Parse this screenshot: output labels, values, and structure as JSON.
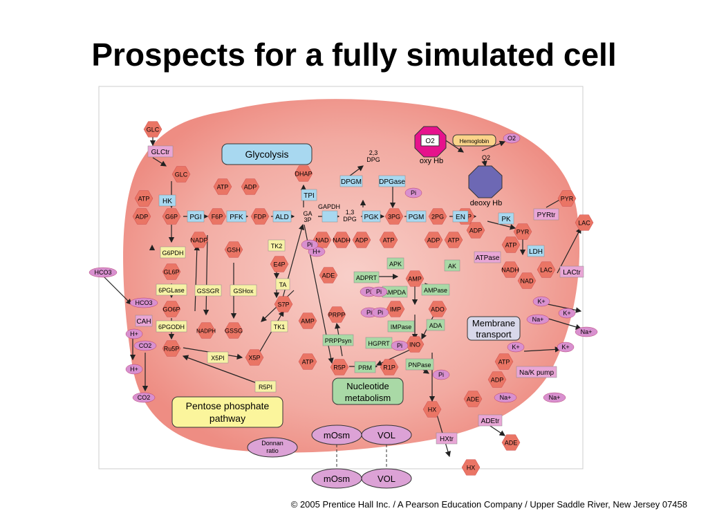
{
  "title": "Prospects for a fully simulated cell",
  "copyright": "© 2005 Prentice Hall Inc. / A Pearson Education Company / Upper Saddle River, New Jersey 07458",
  "colors": {
    "cell": "#f3b5ad",
    "cell_edge": "#f08f84",
    "metabolite": "#ea7565",
    "enzyme_blue": "#a8d8f0",
    "enzyme_yellow": "#f7f2a6",
    "enzyme_green": "#a9d9a6",
    "transporter": "#e8a6d6",
    "ion_purple": "#d890cf",
    "oxy_hb": "#e6128c",
    "deoxy_hb": "#6d68b4",
    "panel_blue": "#a8d8f0",
    "panel_yellow": "#fbf59c",
    "panel_green": "#a9d9a6",
    "osm": "#dca2d6"
  },
  "panels": {
    "glycolysis": "Glycolysis",
    "pentose1": "Pentose phosphate",
    "pentose2": "pathway",
    "nucleo1": "Nucleotide",
    "nucleo2": "metabolism",
    "membrane1": "Membrane",
    "membrane2": "transport",
    "donnan1": "Donnan",
    "donnan2": "ratio"
  },
  "hemoglobin": {
    "o2": "O2",
    "oxy": "oxy Hb",
    "deoxy": "deoxy Hb",
    "label": "Hemoglobin",
    "o2_right": "O2",
    "o2_mid": "O2"
  },
  "labels": {
    "dpg23": "2,3",
    "dpg": "DPG",
    "gapdh": "GAPDH",
    "dpg13": "1,3",
    "dpg13b": "DPG",
    "ga": "GA",
    "p3": "3P"
  },
  "osm": {
    "mosm_in": "mOsm",
    "vol_in": "VOL",
    "mosm_out": "mOsm",
    "vol_out": "VOL"
  },
  "metabolites": [
    {
      "t": "GLC"
    },
    {
      "t": "GLC"
    },
    {
      "t": "ATP"
    },
    {
      "t": "ADP"
    },
    {
      "t": "G6P"
    },
    {
      "t": "F6P"
    },
    {
      "t": "FDP"
    },
    {
      "t": "DHAP"
    },
    {
      "t": "ATP"
    },
    {
      "t": "ADP"
    },
    {
      "t": "NADP"
    },
    {
      "t": "GSH"
    },
    {
      "t": "GSSG"
    },
    {
      "t": "NADPH"
    },
    {
      "t": "GL6P"
    },
    {
      "t": "GO6P"
    },
    {
      "t": "Ru5P"
    },
    {
      "t": "X5P"
    },
    {
      "t": "E4P"
    },
    {
      "t": "S7P"
    },
    {
      "t": "NAD"
    },
    {
      "t": "NADH"
    },
    {
      "t": "ADP"
    },
    {
      "t": "ATP"
    },
    {
      "t": "3PG"
    },
    {
      "t": "2PG"
    },
    {
      "t": "PEP"
    },
    {
      "t": "ADP"
    },
    {
      "t": "ATP"
    },
    {
      "t": "ADP"
    },
    {
      "t": "ATP"
    },
    {
      "t": "PYR"
    },
    {
      "t": "PYR"
    },
    {
      "t": "LAC"
    },
    {
      "t": "LAC"
    },
    {
      "t": "NAD"
    },
    {
      "t": "NADH"
    },
    {
      "t": "ADE"
    },
    {
      "t": "AMP"
    },
    {
      "t": "IMP"
    },
    {
      "t": "ADO"
    },
    {
      "t": "INO"
    },
    {
      "t": "PRPP"
    },
    {
      "t": "AMP"
    },
    {
      "t": "ATP"
    },
    {
      "t": "R5P"
    },
    {
      "t": "R1P"
    },
    {
      "t": "HX"
    },
    {
      "t": "HX"
    },
    {
      "t": "ATP"
    },
    {
      "t": "ADP"
    },
    {
      "t": "ADE"
    },
    {
      "t": "ADE"
    }
  ],
  "enzymes_blue": [
    {
      "t": "HK"
    },
    {
      "t": "PGI"
    },
    {
      "t": "PFK"
    },
    {
      "t": "ALD"
    },
    {
      "t": "TPI"
    },
    {
      "t": ""
    },
    {
      "t": "PGK"
    },
    {
      "t": "PGM"
    },
    {
      "t": "EN"
    },
    {
      "t": "PK"
    },
    {
      "t": "LDH"
    },
    {
      "t": "DPGM"
    },
    {
      "t": "DPGase"
    }
  ],
  "enzymes_yellow": [
    {
      "t": "G6PDH"
    },
    {
      "t": "6PGLase"
    },
    {
      "t": "6PGODH"
    },
    {
      "t": "GSSGR"
    },
    {
      "t": "GSHox"
    },
    {
      "t": "TK2"
    },
    {
      "t": "TA"
    },
    {
      "t": "TK1"
    },
    {
      "t": "X5PI"
    },
    {
      "t": "R5PI"
    }
  ],
  "enzymes_green": [
    {
      "t": "APK"
    },
    {
      "t": "AK"
    },
    {
      "t": "ADPRT"
    },
    {
      "t": "AMPDA"
    },
    {
      "t": "AMPase"
    },
    {
      "t": "IMPase"
    },
    {
      "t": "ADA"
    },
    {
      "t": "HGPRT"
    },
    {
      "t": "PRPPsyn"
    },
    {
      "t": "PRM"
    },
    {
      "t": "PNPase"
    }
  ],
  "transporters": [
    {
      "t": "GLCtr"
    },
    {
      "t": "PYRtr"
    },
    {
      "t": "ATPase"
    },
    {
      "t": "LACtr"
    },
    {
      "t": "Na/K pump"
    },
    {
      "t": "ADEtr"
    },
    {
      "t": "HXtr"
    },
    {
      "t": "CAH"
    }
  ],
  "ions": [
    {
      "t": "HCO3"
    },
    {
      "t": "HCO3"
    },
    {
      "t": "H+"
    },
    {
      "t": "CO2"
    },
    {
      "t": "H+"
    },
    {
      "t": "CO2"
    },
    {
      "t": "Pi"
    },
    {
      "t": "H+"
    },
    {
      "t": "Pi"
    },
    {
      "t": "Pi"
    },
    {
      "t": "Pi"
    },
    {
      "t": "Pi"
    },
    {
      "t": "Pi"
    },
    {
      "t": "Pi"
    },
    {
      "t": "Pi"
    },
    {
      "t": "K+"
    },
    {
      "t": "Na+"
    },
    {
      "t": "K+"
    },
    {
      "t": "Na+"
    },
    {
      "t": "K+"
    },
    {
      "t": "K+"
    },
    {
      "t": "Na+"
    },
    {
      "t": "Na+"
    },
    {
      "t": "O2"
    }
  ]
}
